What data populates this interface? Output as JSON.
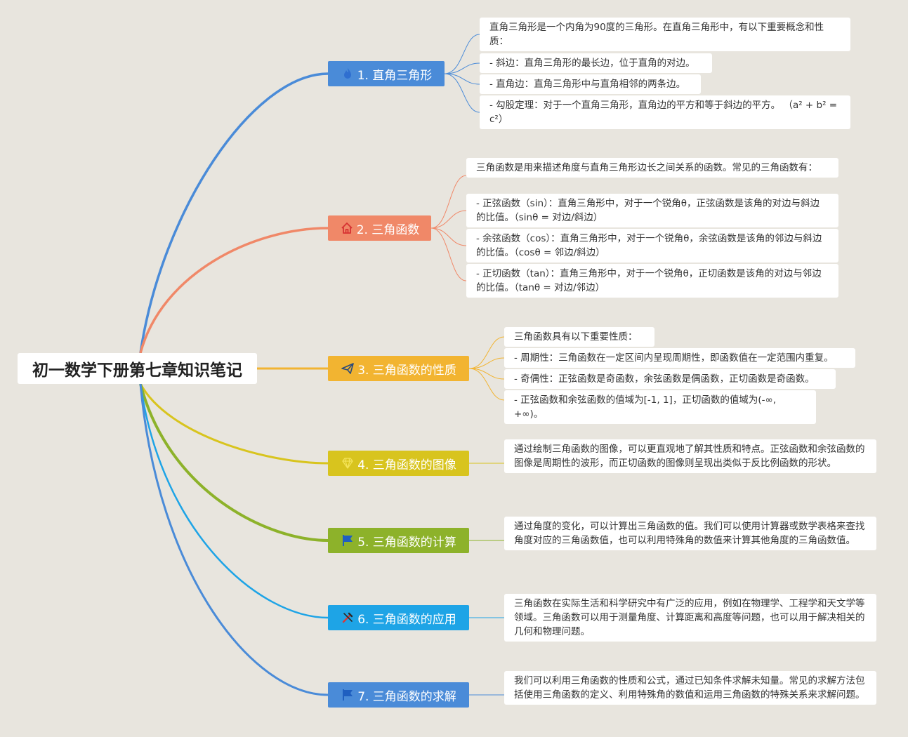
{
  "root": {
    "title": "初一数学下册第七章知识笔记"
  },
  "branches": [
    {
      "label": "1. 直角三角形",
      "icon": "fire-icon",
      "color": "#4a8bd8",
      "leaves": [
        "直角三角形是一个内角为90度的三角形。在直角三角形中，有以下重要概念和性质：",
        "- 斜边：直角三角形的最长边，位于直角的对边。",
        "- 直角边：直角三角形中与直角相邻的两条边。",
        "- 勾股定理：对于一个直角三角形，直角边的平方和等于斜边的平方。 （a² + b² = c²）"
      ]
    },
    {
      "label": "2. 三角函数",
      "icon": "home-icon",
      "color": "#f08868",
      "leaves": [
        "三角函数是用来描述角度与直角三角形边长之间关系的函数。常见的三角函数有：",
        "- 正弦函数（sin）：直角三角形中，对于一个锐角θ，正弦函数是该角的对边与斜边的比值。（sinθ = 对边/斜边）",
        "- 余弦函数（cos）：直角三角形中，对于一个锐角θ，余弦函数是该角的邻边与斜边的比值。（cosθ = 邻边/斜边）",
        "- 正切函数（tan）：直角三角形中，对于一个锐角θ，正切函数是该角的对边与邻边的比值。（tanθ = 对边/邻边）"
      ]
    },
    {
      "label": "3. 三角函数的性质",
      "icon": "paper-plane-icon",
      "color": "#f2b431",
      "leaves": [
        "三角函数具有以下重要性质：",
        "- 周期性：三角函数在一定区间内呈现周期性，即函数值在一定范围内重复。",
        "- 奇偶性：正弦函数是奇函数，余弦函数是偶函数，正切函数是奇函数。",
        "- 正弦函数和余弦函数的值域为[-1, 1]，正切函数的值域为(-∞, +∞)。"
      ]
    },
    {
      "label": "4. 三角函数的图像",
      "icon": "diamond-icon",
      "color": "#d8c41e",
      "leaves": [
        "通过绘制三角函数的图像，可以更直观地了解其性质和特点。正弦函数和余弦函数的图像是周期性的波形，而正切函数的图像则呈现出类似于反比例函数的形状。"
      ]
    },
    {
      "label": "5. 三角函数的计算",
      "icon": "flag-icon",
      "color": "#8db22a",
      "leaves": [
        "通过角度的变化，可以计算出三角函数的值。我们可以使用计算器或数学表格来查找角度对应的三角函数值，也可以利用特殊角的数值来计算其他角度的三角函数值。"
      ]
    },
    {
      "label": "6. 三角函数的应用",
      "icon": "tools-icon",
      "color": "#1ea4e6",
      "leaves": [
        "三角函数在实际生活和科学研究中有广泛的应用，例如在物理学、工程学和天文学等领域。三角函数可以用于测量角度、计算距离和高度等问题，也可以用于解决相关的几何和物理问题。"
      ]
    },
    {
      "label": "7. 三角函数的求解",
      "icon": "flag-icon",
      "color": "#4a8bd8",
      "leaves": [
        "我们可以利用三角函数的性质和公式，通过已知条件求解未知量。常见的求解方法包括使用三角函数的定义、利用特殊角的数值和运用三角函数的特殊关系来求解问题。"
      ]
    }
  ]
}
